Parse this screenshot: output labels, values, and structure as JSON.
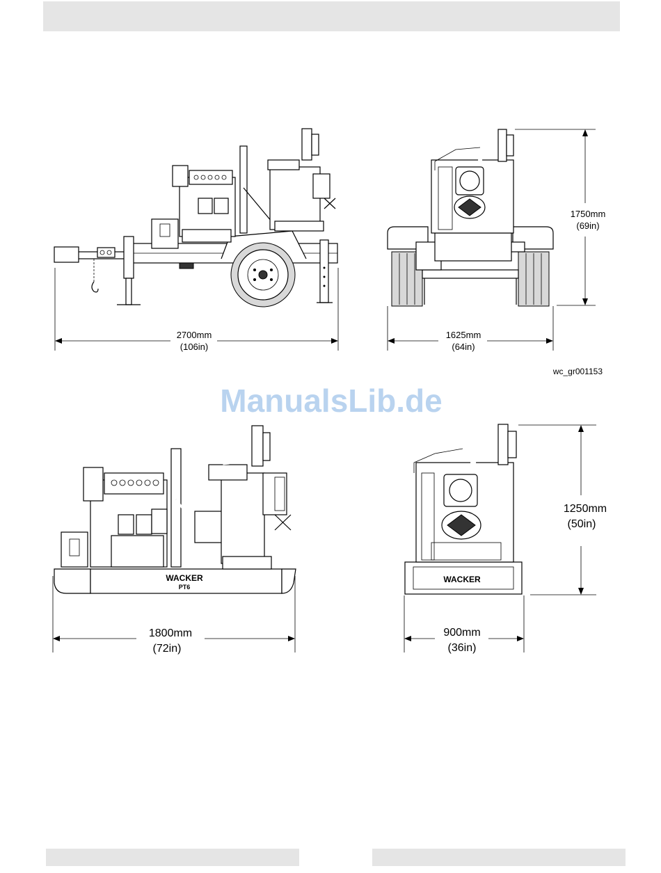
{
  "figure_ref": "wc_gr001153",
  "watermark": "ManualsLib.de",
  "trailer": {
    "side_length": {
      "mm": "2700mm",
      "in": "(106in)"
    },
    "rear_width": {
      "mm": "1625mm",
      "in": "(64in)"
    },
    "rear_height": {
      "mm": "1750mm",
      "in": "(69in)"
    }
  },
  "skid": {
    "side_length": {
      "mm": "1800mm",
      "in": "(72in)"
    },
    "rear_width": {
      "mm": "900mm",
      "in": "(36in)"
    },
    "rear_height": {
      "mm": "1250mm",
      "in": "(50in)"
    },
    "side_logo": "WACKER",
    "side_model": "PT6",
    "rear_logo": "WACKER"
  }
}
